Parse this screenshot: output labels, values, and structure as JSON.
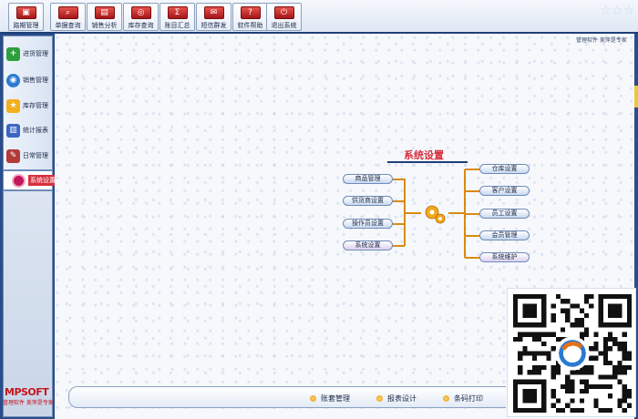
{
  "toolbar": {
    "buttons": [
      {
        "label": "路期管理",
        "icon": "purchase-icon"
      },
      {
        "label": "单据查询",
        "icon": "search-doc-icon"
      },
      {
        "label": "销售分析",
        "icon": "analysis-icon"
      },
      {
        "label": "库存查询",
        "icon": "inventory-icon"
      },
      {
        "label": "账目汇总",
        "icon": "summary-icon"
      },
      {
        "label": "短信群发",
        "icon": "sms-icon"
      },
      {
        "label": "软件帮助",
        "icon": "help-icon"
      },
      {
        "label": "退出系统",
        "icon": "exit-icon"
      }
    ]
  },
  "sidebar": {
    "items": [
      {
        "label": "进货管理",
        "icon": "plus-icon",
        "color": "#2e9e3e"
      },
      {
        "label": "销售管理",
        "icon": "globe-icon",
        "color": "#2b7bd1"
      },
      {
        "label": "库存管理",
        "icon": "star-icon",
        "color": "#f2b01e"
      },
      {
        "label": "统计报表",
        "icon": "chart-icon",
        "color": "#3a66c4"
      },
      {
        "label": "日常管理",
        "icon": "daily-icon",
        "color": "#b23a3a"
      }
    ],
    "active": {
      "label": "系统设置",
      "icon": "settings-icon"
    },
    "brand": {
      "logo": "MPSOFT",
      "slogan": "管理软件 美萍是专家"
    }
  },
  "header_right": "管理软件 美萍是专家",
  "diagram": {
    "title": "系统设置",
    "left_nodes": [
      "商品管理",
      "供货商设置",
      "操作员设置",
      "系统设置"
    ],
    "right_nodes": [
      "仓库设置",
      "客户设置",
      "员工设置",
      "会员管理",
      "系统维护"
    ]
  },
  "bottom_links": [
    "账套管理",
    "报表设计",
    "条码打印"
  ],
  "colors": {
    "brand_red": "#c4161c",
    "frame_blue": "#2a4d8a",
    "accent_orange": "#e59a12"
  }
}
